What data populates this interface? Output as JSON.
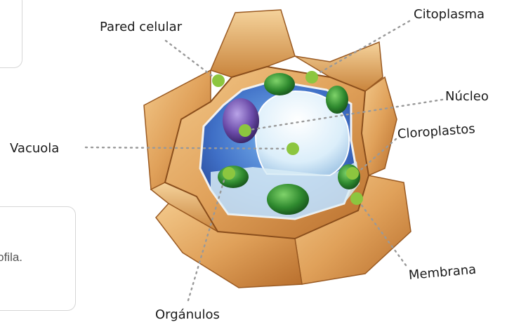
{
  "labels": {
    "pared": "Pared celular",
    "citoplasma": "Citoplasma",
    "nucleo": "Núcleo",
    "cloroplastos": "Cloroplastos",
    "vacuola": "Vacuola",
    "membrana": "Membrana",
    "organulos": "Orgánulos"
  },
  "side_text": "orofila.",
  "colors": {
    "wall": "#e0a15a",
    "cytoplasm": "#3f6fc6",
    "vacuole": "#dbeefa",
    "chloroplast": "#2f8a2f",
    "marker": "#8cc63f",
    "dotted_line": "#999999"
  }
}
